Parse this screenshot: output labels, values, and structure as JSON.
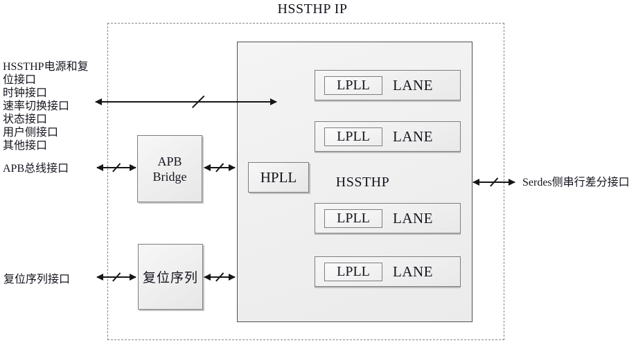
{
  "title": "HSSTHP IP",
  "left_labels": {
    "interfaces": "HSSTHP电源和复\n位接口\n时钟接口\n速率切换接口\n状态接口\n用户侧接口\n其他接口",
    "apb_bus": "APB总线接口",
    "reset_seq": "复位序列接口"
  },
  "right_labels": {
    "serdes": "Serdes侧串行差分接口"
  },
  "blocks": {
    "apb_bridge": "APB\nBridge",
    "reset_sequence": "复位序列",
    "hpll": "HPLL",
    "hssthp": "HSSTHP"
  },
  "lanes": [
    {
      "lpll": "LPLL",
      "lane": "LANE"
    },
    {
      "lpll": "LPLL",
      "lane": "LANE"
    },
    {
      "lpll": "LPLL",
      "lane": "LANE"
    },
    {
      "lpll": "LPLL",
      "lane": "LANE"
    }
  ],
  "colors": {
    "line": "#161616",
    "text": "#14141e",
    "box_border": "#7d7d7d",
    "big_box_border": "#4f4f4f",
    "box_fill_light": "#f7f7f7",
    "box_fill_dark": "#e7e7e7",
    "dashed_border": "#858585",
    "background": "#ffffff"
  }
}
